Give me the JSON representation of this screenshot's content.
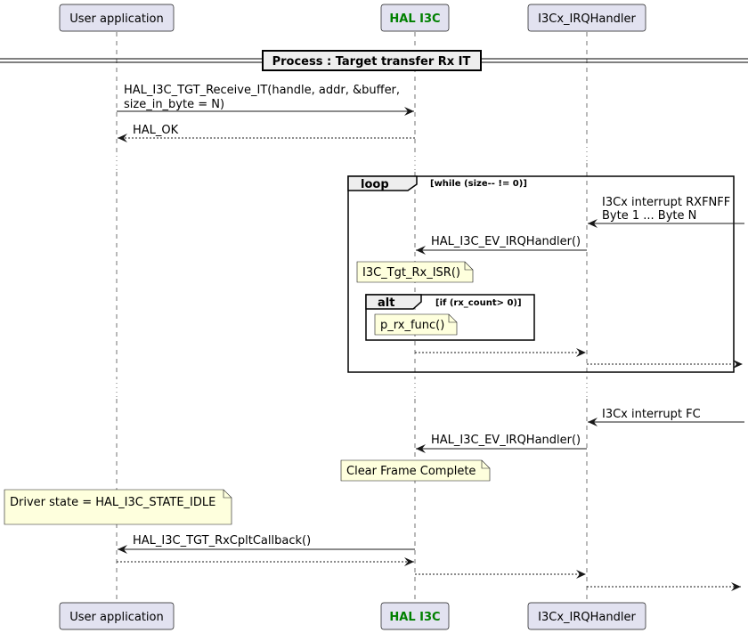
{
  "participants": [
    {
      "id": "user",
      "label": "User application",
      "color": "#000000",
      "bold": false
    },
    {
      "id": "hal",
      "label": "HAL I3C",
      "color": "#008000",
      "bold": true
    },
    {
      "id": "irq",
      "label": "I3Cx_IRQHandler",
      "color": "#000000",
      "bold": false
    }
  ],
  "divider": {
    "label": "Process :  Target transfer Rx IT"
  },
  "messages": [
    {
      "id": "receive-it",
      "line1": "HAL_I3C_TGT_Receive_IT(handle, addr, &buffer,",
      "line2": " size_in_byte = N)"
    },
    {
      "id": "hal-ok",
      "line1": "HAL_OK"
    },
    {
      "id": "rxfnff",
      "line1": "I3Cx interrupt RXFNFF",
      "line2": "Byte 1 ...  Byte N"
    },
    {
      "id": "ev-irq-1",
      "line1": "HAL_I3C_EV_IRQHandler()"
    },
    {
      "id": "fc",
      "line1": "I3Cx interrupt FC"
    },
    {
      "id": "ev-irq-2",
      "line1": "HAL_I3C_EV_IRQHandler()"
    },
    {
      "id": "rx-cplt-cb",
      "line1": "HAL_I3C_TGT_RxCpltCallback()"
    }
  ],
  "frames": {
    "loop": {
      "keyword": "loop",
      "condition": "[while (size-- != 0)]"
    },
    "alt": {
      "keyword": "alt",
      "condition": "[if (rx_count> 0)]"
    }
  },
  "notes": {
    "tgt_rx_isr": "I3C_Tgt_Rx_ISR()",
    "p_rx_func": "p_rx_func()",
    "clear_frame": "Clear Frame Complete",
    "driver_state": "Driver state = HAL_I3C_STATE_IDLE"
  }
}
